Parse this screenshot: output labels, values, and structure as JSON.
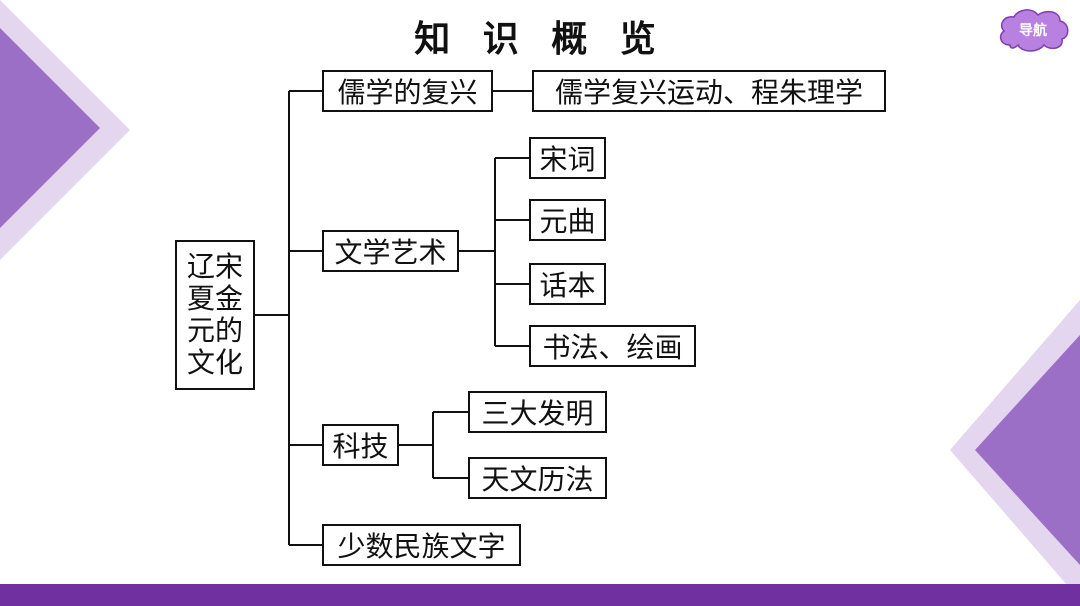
{
  "title": "知 识 概 览",
  "nav_button": {
    "label": "导航"
  },
  "colors": {
    "accent": "#7030a0",
    "deco_light": "#e4d6ef",
    "deco_mid": "#c4a6dd",
    "deco_dark": "#9b6fc6"
  },
  "tree": {
    "root": [
      "辽宋",
      "夏金",
      "元的",
      "文化"
    ],
    "confucian": {
      "label": "儒学的复兴",
      "child": "儒学复兴运动、程朱理学"
    },
    "literature": {
      "label": "文学艺术",
      "children": [
        "宋词",
        "元曲",
        "话本",
        "书法、绘画"
      ]
    },
    "science": {
      "label": "科技",
      "children": [
        "三大发明",
        "天文历法"
      ]
    },
    "minority": {
      "label": "少数民族文字"
    }
  }
}
